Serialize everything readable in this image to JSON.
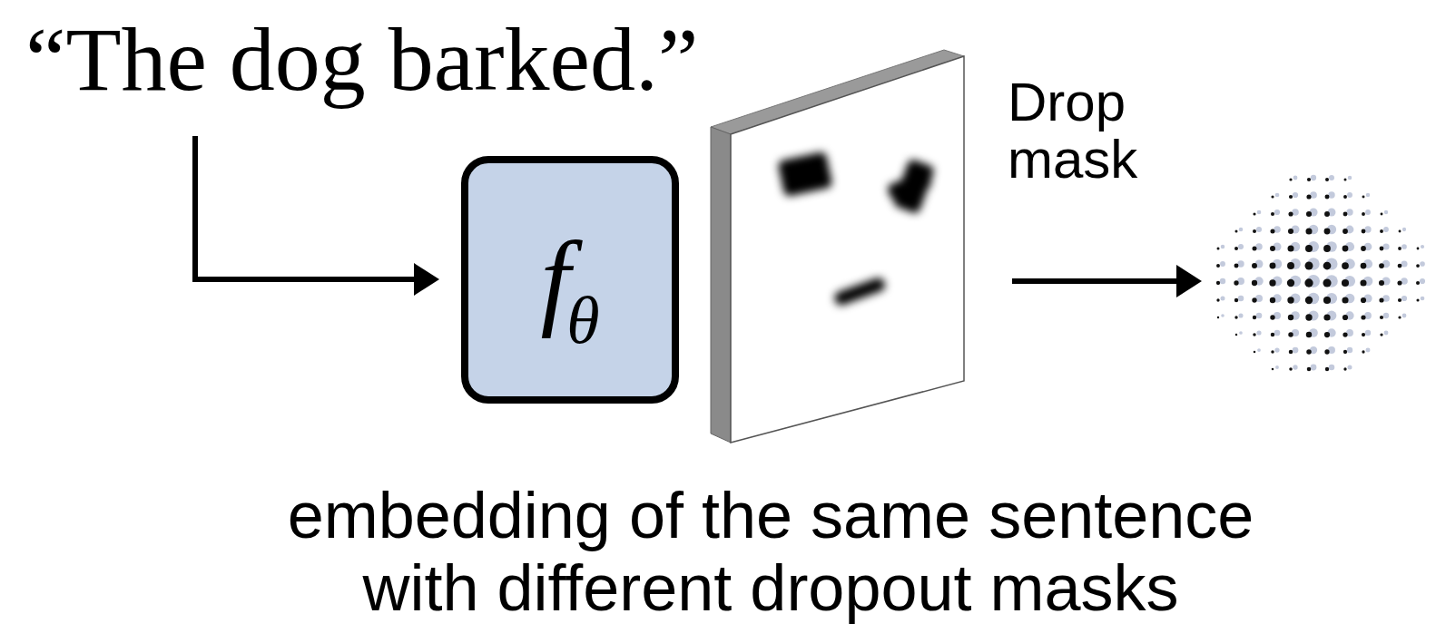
{
  "diagram": {
    "caption": "embedding of the same sentence with different dropout masks",
    "nodes": [
      {
        "text": [
          "fθ"
        ]
      }
    ],
    "labels": [
      "“The dog barked.”",
      "Drop mask"
    ]
  }
}
